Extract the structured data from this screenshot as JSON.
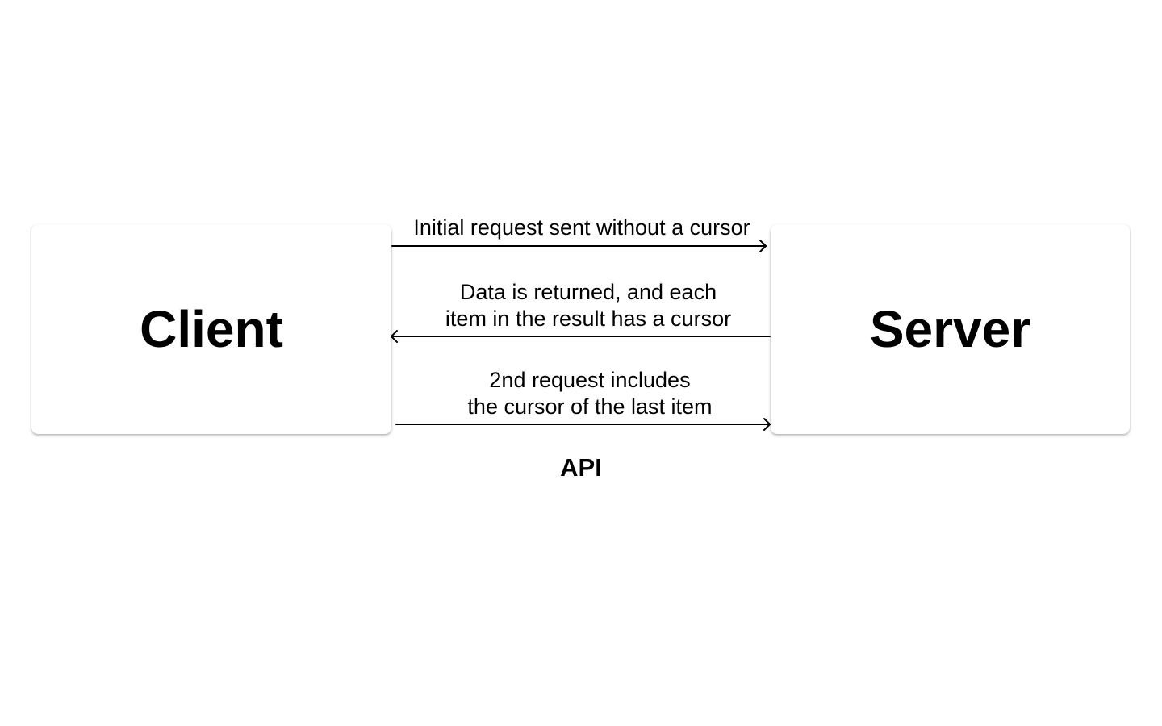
{
  "nodes": {
    "client": {
      "label": "Client"
    },
    "server": {
      "label": "Server"
    }
  },
  "messages": [
    {
      "lines": [
        "Initial request sent without a cursor"
      ],
      "direction": "client-to-server"
    },
    {
      "lines": [
        "Data is returned, and each",
        "item in the result has a cursor"
      ],
      "direction": "server-to-client"
    },
    {
      "lines": [
        "2nd  request includes",
        "the cursor of the last item"
      ],
      "direction": "client-to-server"
    }
  ],
  "channel_label": "API",
  "colors": {
    "background": "#ffffff",
    "box_fill": "#ffffff",
    "text": "#000000",
    "arrow": "#000000"
  }
}
